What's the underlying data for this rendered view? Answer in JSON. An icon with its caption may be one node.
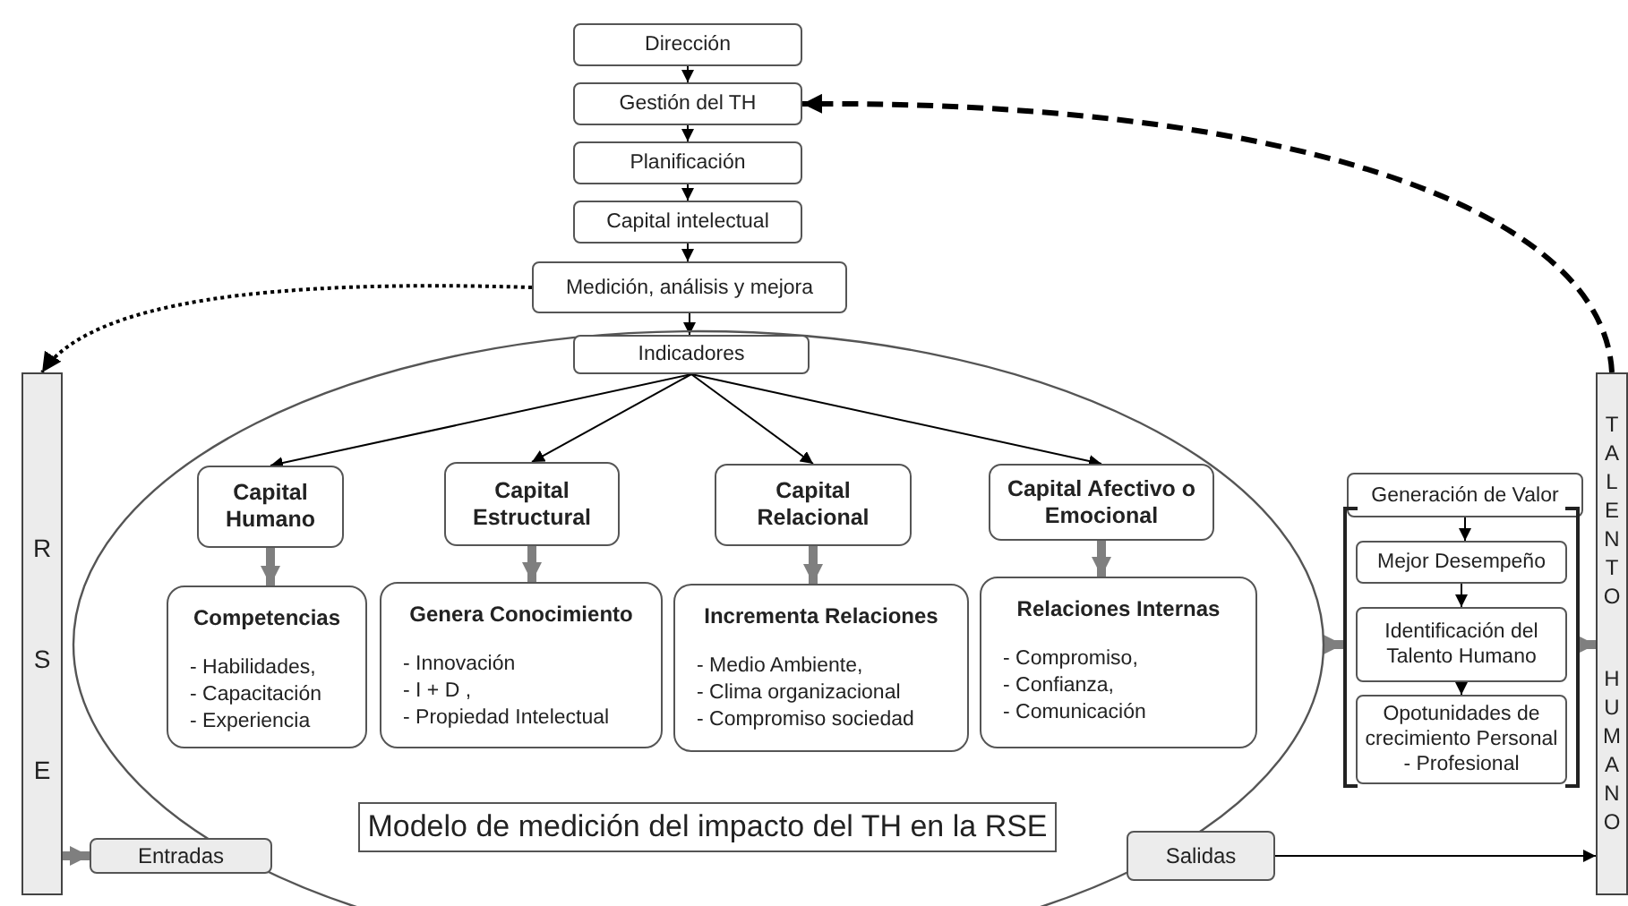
{
  "diagram": {
    "nodes": [
      {
        "text": [
          "Dirección"
        ]
      },
      {
        "text": [
          "Gestión del TH"
        ]
      },
      {
        "text": [
          "Planificación"
        ]
      },
      {
        "text": [
          "Capital intelectual"
        ]
      },
      {
        "text": [
          "Medición, análisis y mejora"
        ]
      },
      {
        "text": [],
        "shape": "ellipse"
      },
      {
        "text": [
          "Indicadores"
        ],
        "in": 5
      },
      {
        "text": [
          "Capital Humano"
        ],
        "in": 5
      },
      {
        "text": [
          "Capital Estructural"
        ],
        "in": 5
      },
      {
        "text": [
          "Capital Relacional"
        ],
        "in": 5
      },
      {
        "text": [
          "Capital Afectivo o Emocional"
        ],
        "in": 5
      },
      {
        "text": [
          "Competencias",
          "- Habilidades,",
          "- Capacitación",
          "- Experiencia"
        ],
        "in": 5
      },
      {
        "text": [
          "Genera Conocimiento",
          "- Innovación",
          "- I + D ,",
          "- Propiedad  Intelectual"
        ],
        "in": 5
      },
      {
        "text": [
          "Incrementa Relaciones",
          "- Medio Ambiente,",
          "- Clima organizacional",
          "- Compromiso  sociedad"
        ],
        "in": 5
      },
      {
        "text": [
          "Relaciones Internas",
          "- Compromiso,",
          "- Confianza,",
          "- Comunicación"
        ],
        "in": 5
      },
      {
        "text": [
          "Modelo de medición del impacto del TH en la RSE"
        ],
        "in": 5
      },
      {
        "text": [
          "RSE"
        ]
      },
      {
        "text": [
          "Entradas"
        ]
      },
      {
        "text": [
          "Salidas"
        ]
      },
      {
        "text": [
          "Generación  de Valor"
        ]
      },
      {
        "text": [],
        "shape": "bracket"
      },
      {
        "text": [
          "Mejor Desempeño"
        ],
        "in": 20
      },
      {
        "text": [
          "Identificación  del Talento Humano"
        ],
        "in": 20
      },
      {
        "text": [
          "Opotunidades  de crecimiento Personal - Profesional"
        ],
        "in": 20
      },
      {
        "text": [
          "TALENTO",
          "HUMANO"
        ]
      }
    ],
    "edges": [
      {
        "from": 0,
        "to": 1,
        "arrow": "to"
      },
      {
        "from": 1,
        "to": 2,
        "arrow": "to"
      },
      {
        "from": 2,
        "to": 3,
        "arrow": "to"
      },
      {
        "from": 3,
        "to": 4,
        "arrow": "to"
      },
      {
        "from": 4,
        "to": 6,
        "arrow": "to"
      },
      {
        "from": 6,
        "to": 7,
        "arrow": "to"
      },
      {
        "from": 6,
        "to": 8,
        "arrow": "to"
      },
      {
        "from": 6,
        "to": 9,
        "arrow": "to"
      },
      {
        "from": 6,
        "to": 10,
        "arrow": "to"
      },
      {
        "from": 7,
        "to": 11,
        "arrow": "to",
        "style": "thick",
        "color": "#7f7f7f"
      },
      {
        "from": 8,
        "to": 12,
        "arrow": "to",
        "style": "thick",
        "color": "#7f7f7f"
      },
      {
        "from": 9,
        "to": 13,
        "arrow": "to",
        "style": "thick",
        "color": "#7f7f7f"
      },
      {
        "from": 10,
        "to": 14,
        "arrow": "to",
        "style": "thick",
        "color": "#7f7f7f"
      },
      {
        "from": 4,
        "to": 16,
        "arrow": "to",
        "style": "dashed"
      },
      {
        "from": 24,
        "to": 1,
        "arrow": "to",
        "style": "dashed"
      },
      {
        "from": 16,
        "to": 17,
        "arrow": "to",
        "style": "thick",
        "color": "#7f7f7f"
      },
      {
        "from": 5,
        "to": 20,
        "arrow": "to",
        "style": "thick",
        "color": "#7f7f7f"
      },
      {
        "from": 19,
        "to": 21,
        "arrow": "to"
      },
      {
        "from": 21,
        "to": 22,
        "arrow": "to"
      },
      {
        "from": 22,
        "to": 23,
        "arrow": "to"
      },
      {
        "from": 20,
        "to": 24,
        "arrow": "to",
        "style": "thick",
        "color": "#7f7f7f"
      },
      {
        "from": 18,
        "to": 24,
        "arrow": "to"
      }
    ]
  }
}
